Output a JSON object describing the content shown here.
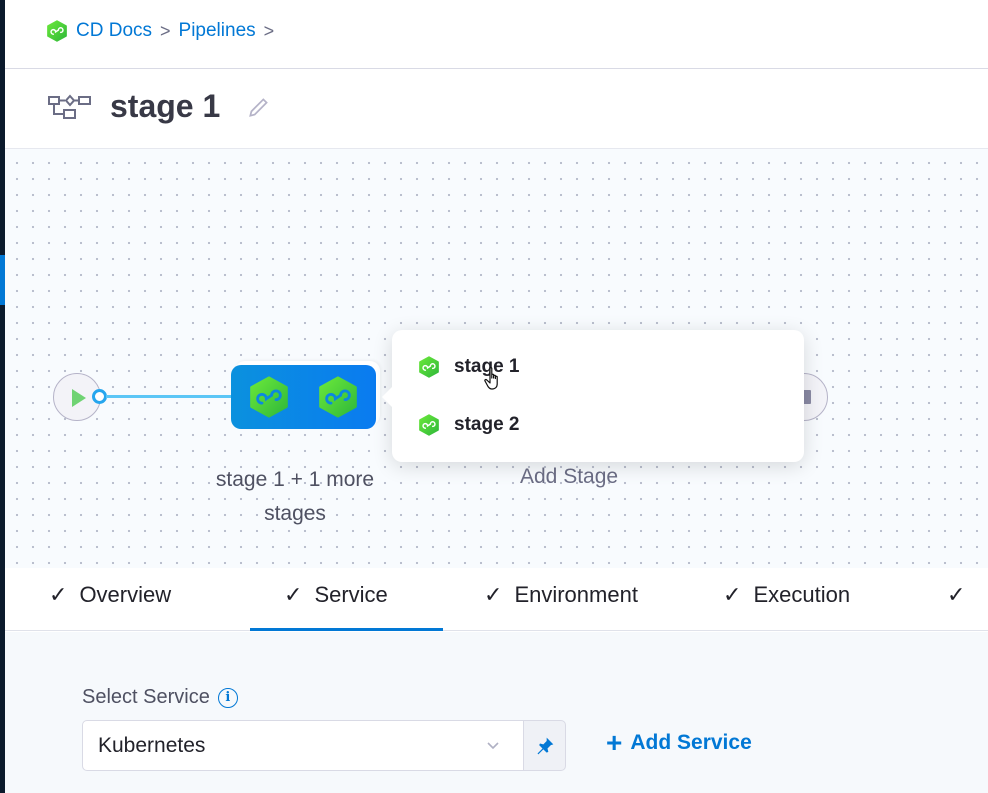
{
  "breadcrumb": {
    "items": [
      "CD Docs",
      "Pipelines"
    ],
    "separator": ">"
  },
  "header": {
    "title": "stage 1"
  },
  "canvas": {
    "node_label": "stage 1 + 1 more stages",
    "add_stage": "Add Stage",
    "popup_items": [
      "stage 1",
      "stage 2"
    ]
  },
  "tabs": [
    {
      "label": "Overview",
      "checked": true
    },
    {
      "label": "Service",
      "checked": true,
      "active": true
    },
    {
      "label": "Environment",
      "checked": true
    },
    {
      "label": "Execution",
      "checked": true
    }
  ],
  "check_glyph": "✓",
  "service": {
    "label": "Select Service",
    "info_glyph": "i",
    "selected": "Kubernetes",
    "add_label": "Add Service"
  },
  "colors": {
    "accent": "#0278d5",
    "stage_green": "#4cd137",
    "sidebar": "#0b1a2c"
  }
}
